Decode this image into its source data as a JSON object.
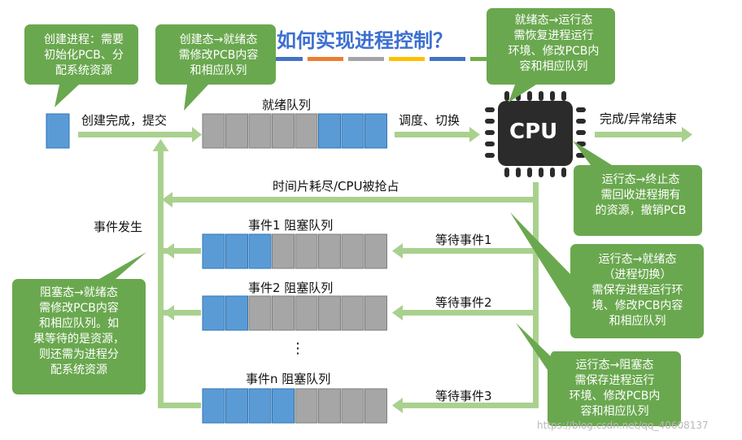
{
  "title": "如何实现进程控制？",
  "colors": {
    "green_callout": "#6aa84f",
    "green_arrow": "#a9d18e",
    "blue_cell": "#5b9bd5",
    "gray_cell": "#a6a6a6",
    "cpu_body": "#2b2b2b",
    "title": "#3c6fd0",
    "stripe": [
      "#4472c4",
      "#ed7d31",
      "#a5a5a5",
      "#ffc000",
      "#5b9bd5",
      "#70ad47"
    ]
  },
  "callouts": {
    "create": "创建进程：需要\n初始化PCB、分\n配系统资源",
    "create_to_ready": "创建态→就绪态\n需修改PCB内容\n和相应队列",
    "ready_to_running": "就绪态→运行态\n需恢复进程运行\n环境、修改PCB内\n容和相应队列",
    "running_to_terminated": "运行态→终止态\n需回收进程拥有\n的资源，撤销PCB",
    "running_to_ready": "运行态→就绪态\n（进程切换）\n需保存进程运行环\n境、修改PCB内容\n和相应队列",
    "running_to_blocked": "运行态→阻塞态\n需保存进程运行\n环境、修改PCB内\n容和相应队列",
    "blocked_to_ready": "阻塞态→就绪态\n需修改PCB内容\n和相应队列。如\n果等待的是资源，\n则还需为进程分\n配系统资源"
  },
  "labels": {
    "create_done": "创建完成，提交",
    "ready_queue": "就绪队列",
    "dispatch": "调度、切换",
    "finish": "完成/异常结束",
    "timeout": "时间片耗尽/CPU被抢占",
    "event_occurs": "事件发生",
    "block_queue_1": "事件1 阻塞队列",
    "block_queue_2": "事件2 阻塞队列",
    "block_queue_n": "事件n 阻塞队列",
    "wait_1": "等待事件1",
    "wait_2": "等待事件2",
    "wait_3": "等待事件3",
    "ellipsis": "⋮",
    "cpu": "CPU"
  },
  "queues": {
    "ready": [
      "gray",
      "gray",
      "gray",
      "gray",
      "gray",
      "blue",
      "blue",
      "blue"
    ],
    "block_1": [
      "blue",
      "blue",
      "blue",
      "gray",
      "gray",
      "gray",
      "gray",
      "gray"
    ],
    "block_2": [
      "blue",
      "blue",
      "gray",
      "gray",
      "gray",
      "gray",
      "gray",
      "gray"
    ],
    "block_n": [
      "blue",
      "blue",
      "blue",
      "blue",
      "gray",
      "gray",
      "gray",
      "gray"
    ]
  },
  "watermark": "https://blog.csdn.net/qq_40608137"
}
